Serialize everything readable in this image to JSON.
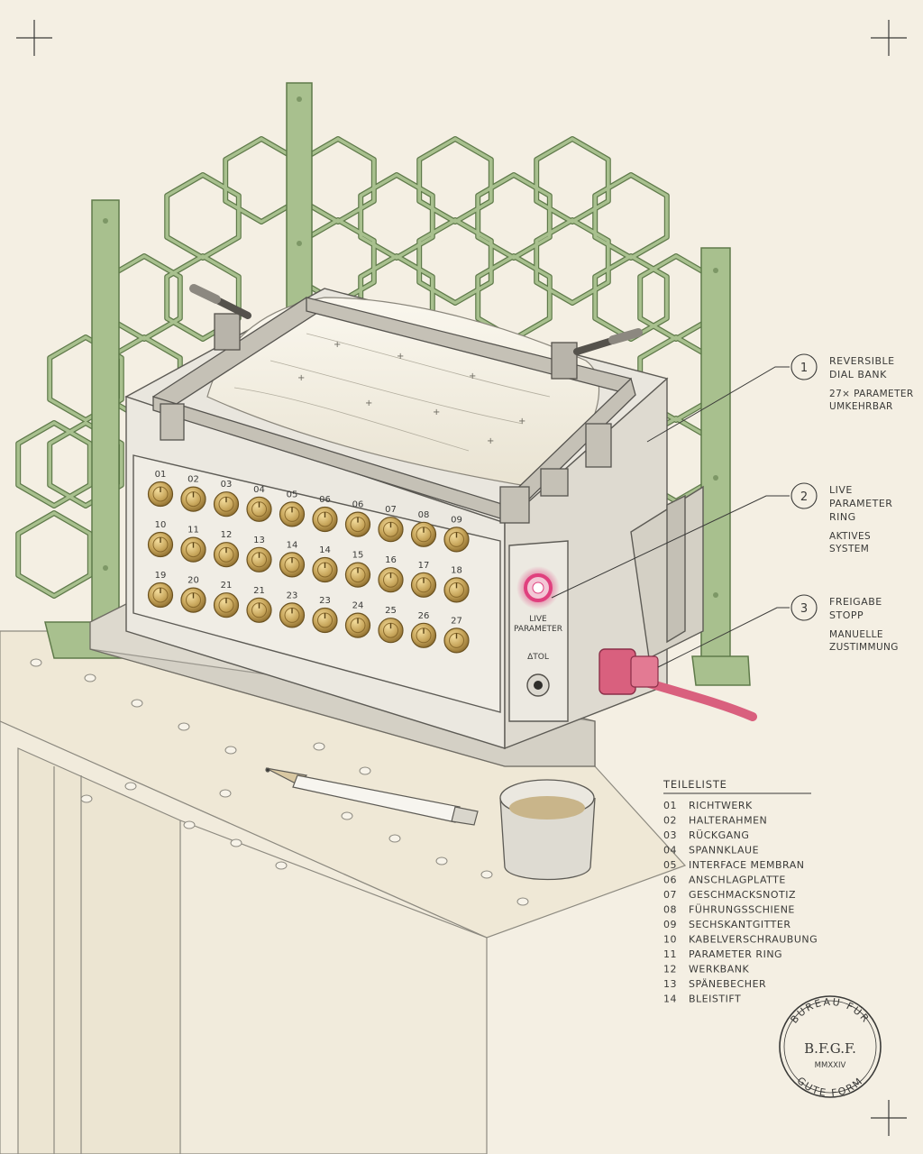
{
  "callouts": [
    {
      "num": "1",
      "title": [
        "REVERSIBLE",
        "DIAL BANK"
      ],
      "sub": [
        "27× PARAMETER",
        "UMKEHRBAR"
      ]
    },
    {
      "num": "2",
      "title": [
        "LIVE",
        "PARAMETER",
        "RING"
      ],
      "sub": [
        "AKTIVES",
        "SYSTEM"
      ]
    },
    {
      "num": "3",
      "title": [
        "FREIGABE",
        "STOPP"
      ],
      "sub": [
        "MANUELLE",
        "ZUSTIMMUNG"
      ]
    }
  ],
  "dials": {
    "rows": [
      [
        "01",
        "02",
        "03",
        "04",
        "05",
        "06",
        "06",
        "07",
        "08",
        "09"
      ],
      [
        "10",
        "11",
        "12",
        "13",
        "14",
        "14",
        "15",
        "16",
        "17",
        "18"
      ],
      [
        "19",
        "20",
        "21",
        "21",
        "23",
        "23",
        "24",
        "25",
        "26",
        "27"
      ]
    ]
  },
  "panel": {
    "ring_label": [
      "LIVE",
      "PARAMETER"
    ],
    "tol_label": "ΔTOL"
  },
  "parts_list": {
    "title": "TEILELISTE",
    "items": [
      {
        "num": "01",
        "name": "RICHTWERK"
      },
      {
        "num": "02",
        "name": "HALTERAHMEN"
      },
      {
        "num": "03",
        "name": "RÜCKGANG"
      },
      {
        "num": "04",
        "name": "SPANNKLAUE"
      },
      {
        "num": "05",
        "name": "INTERFACE MEMBRAN"
      },
      {
        "num": "06",
        "name": "ANSCHLAGPLATTE"
      },
      {
        "num": "07",
        "name": "GESCHMACKSNOTIZ"
      },
      {
        "num": "08",
        "name": "FÜHRUNGSSCHIENE"
      },
      {
        "num": "09",
        "name": "SECHSKANTGITTER"
      },
      {
        "num": "10",
        "name": "KABELVERSCHRAUBUNG"
      },
      {
        "num": "11",
        "name": "PARAMETER RING"
      },
      {
        "num": "12",
        "name": "WERKBANK"
      },
      {
        "num": "13",
        "name": "SPÄNEBECHER"
      },
      {
        "num": "14",
        "name": "BLEISTIFT"
      }
    ]
  },
  "stamp": {
    "top_text": "BUREAU FÜR",
    "initials": "B.F.G.F.",
    "year": "MMXXIV",
    "bottom_text": "GUTE FORM"
  },
  "colors": {
    "paper": "#f4efe3",
    "ink": "#3a3a38",
    "lattice": "#a8c08e",
    "lattice_edge": "#5f7a4a",
    "brass": "#c7a55a",
    "steel": "#e7e4db",
    "ring_magenta": "#e0407e",
    "cable_pink": "#d9607e"
  }
}
